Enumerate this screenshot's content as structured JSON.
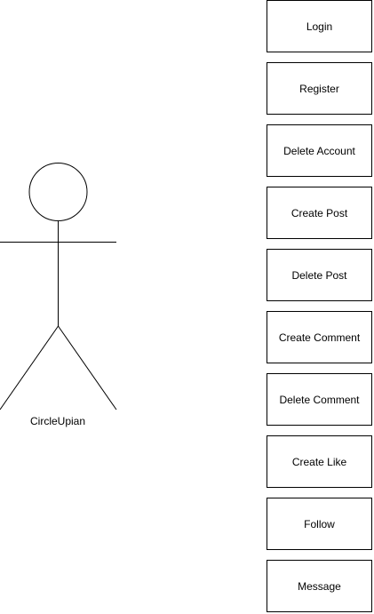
{
  "actor": {
    "name": "CircleUpian"
  },
  "use_cases": [
    {
      "label": "Login"
    },
    {
      "label": "Register"
    },
    {
      "label": "Delete Account"
    },
    {
      "label": "Create Post"
    },
    {
      "label": "Delete Post"
    },
    {
      "label": "Create Comment"
    },
    {
      "label": "Delete Comment"
    },
    {
      "label": "Create Like"
    },
    {
      "label": "Follow"
    },
    {
      "label": "Message"
    }
  ]
}
